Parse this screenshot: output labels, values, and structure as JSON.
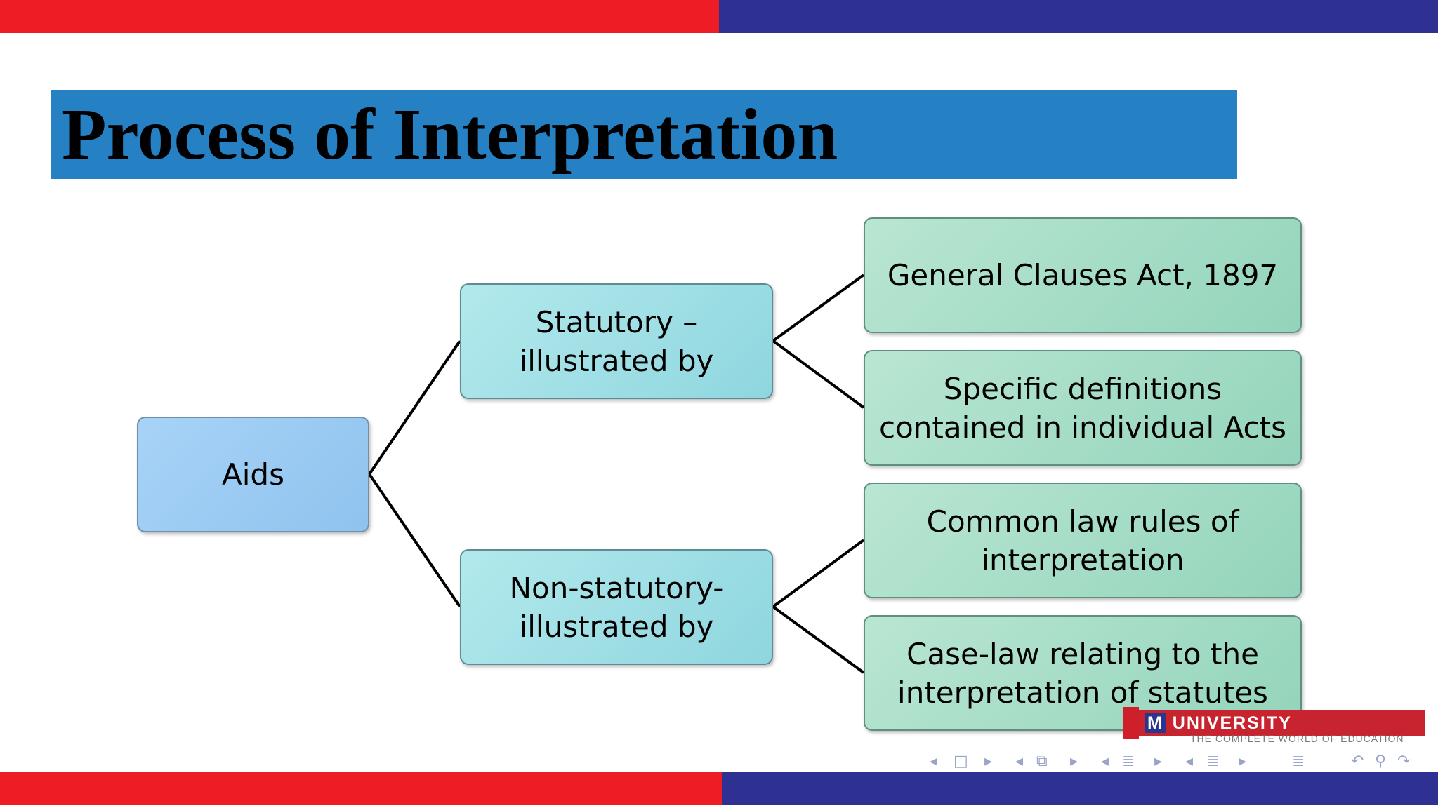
{
  "colors": {
    "red": "#ee1c25",
    "blue": "#2e3192",
    "title_band": "#2581c4"
  },
  "slide": {
    "title": "Process of Interpretation"
  },
  "diagram": {
    "root": "Aids",
    "statutory": {
      "line1": "Statutory –",
      "line2": "illustrated by"
    },
    "non_statutory": {
      "line1": "Non-statutory-",
      "line2": "illustrated by"
    },
    "leaves": [
      {
        "line1": "General Clauses Act, 1897",
        "line2": ""
      },
      {
        "line1": "Specific definitions",
        "line2": "contained in individual Acts"
      },
      {
        "line1": "Common law rules of",
        "line2": "interpretation"
      },
      {
        "line1": "Case-law relating to the",
        "line2": "interpretation of statutes"
      }
    ]
  },
  "logo": {
    "letter": "M",
    "name": "UNIVERSITY",
    "tagline": "THE COMPLETE WORLD OF EDUCATION"
  },
  "nav": {
    "left": "◂",
    "right": "▸",
    "frame": "□",
    "subsection": "⧉",
    "section": "≣",
    "doc": "≣",
    "undo": "↶",
    "search": "⚲",
    "redo": "↷"
  }
}
